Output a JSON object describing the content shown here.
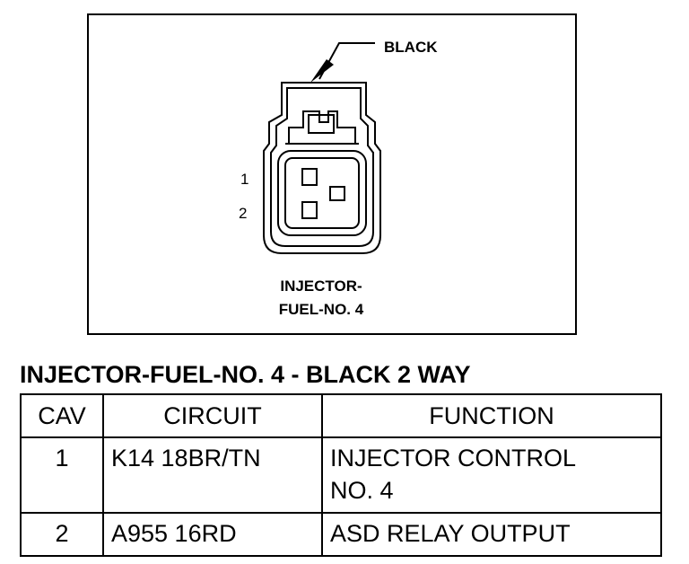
{
  "diagram": {
    "color_callout": "BLACK",
    "pin_labels": [
      "1",
      "2"
    ],
    "connector_name_line1": "INJECTOR-",
    "connector_name_line2": "FUEL-NO. 4"
  },
  "table": {
    "title": "INJECTOR-FUEL-NO. 4 - BLACK 2 WAY",
    "headers": [
      "CAV",
      "CIRCUIT",
      "FUNCTION"
    ],
    "rows": [
      {
        "cav": "1",
        "circuit": "K14 18BR/TN",
        "function_line1": "INJECTOR CONTROL",
        "function_line2": "NO. 4"
      },
      {
        "cav": "2",
        "circuit": "A955 16RD",
        "function_line1": "ASD RELAY OUTPUT",
        "function_line2": ""
      }
    ]
  }
}
